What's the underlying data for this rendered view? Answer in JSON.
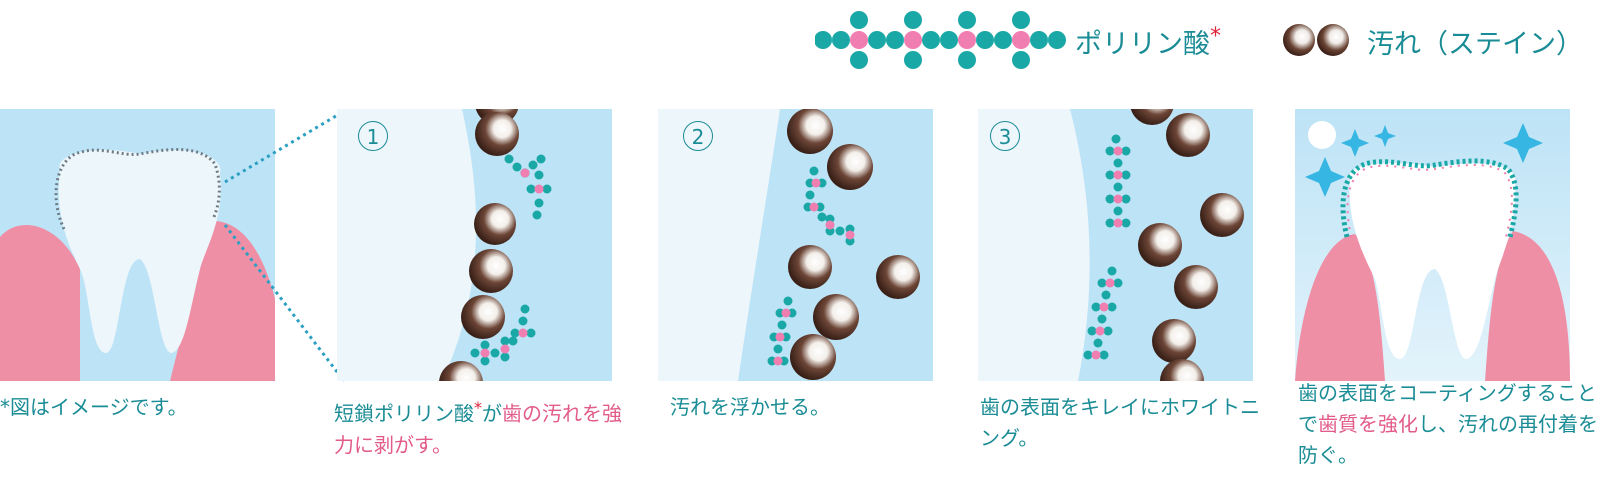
{
  "legend": {
    "polymer_label": "ポリリン酸",
    "polymer_mark": "*",
    "stain_label": "汚れ（ステイン）"
  },
  "panels": [
    {
      "id": "tooth",
      "number": "",
      "caption": "*図はイメージです。"
    },
    {
      "id": "step1",
      "number": "1",
      "caption_a": "短鎖ポリリン酸",
      "caption_mark": "*",
      "caption_b": "が",
      "caption_c": "歯の汚れ",
      "caption_d": "を強力に剥がす。"
    },
    {
      "id": "step2",
      "number": "2",
      "caption": "汚れを浮かせる。"
    },
    {
      "id": "step3",
      "number": "3",
      "caption": "歯の表面をキレイにホワイトニング。"
    },
    {
      "id": "result",
      "number": "",
      "caption_a": "歯の表面をコーティングすることで",
      "caption_b": "歯質を強化",
      "caption_c": "し、汚れの再付着を防ぐ。"
    }
  ],
  "colors": {
    "teal": "#1aa8a6",
    "pink": "#f07eb0",
    "gum": "#ef8fa6",
    "sky": "#bde3f6",
    "tooth": "#edf6fb",
    "stain": "#4e2f22",
    "text": "#1a8c95",
    "accent": "#e25b8a"
  }
}
